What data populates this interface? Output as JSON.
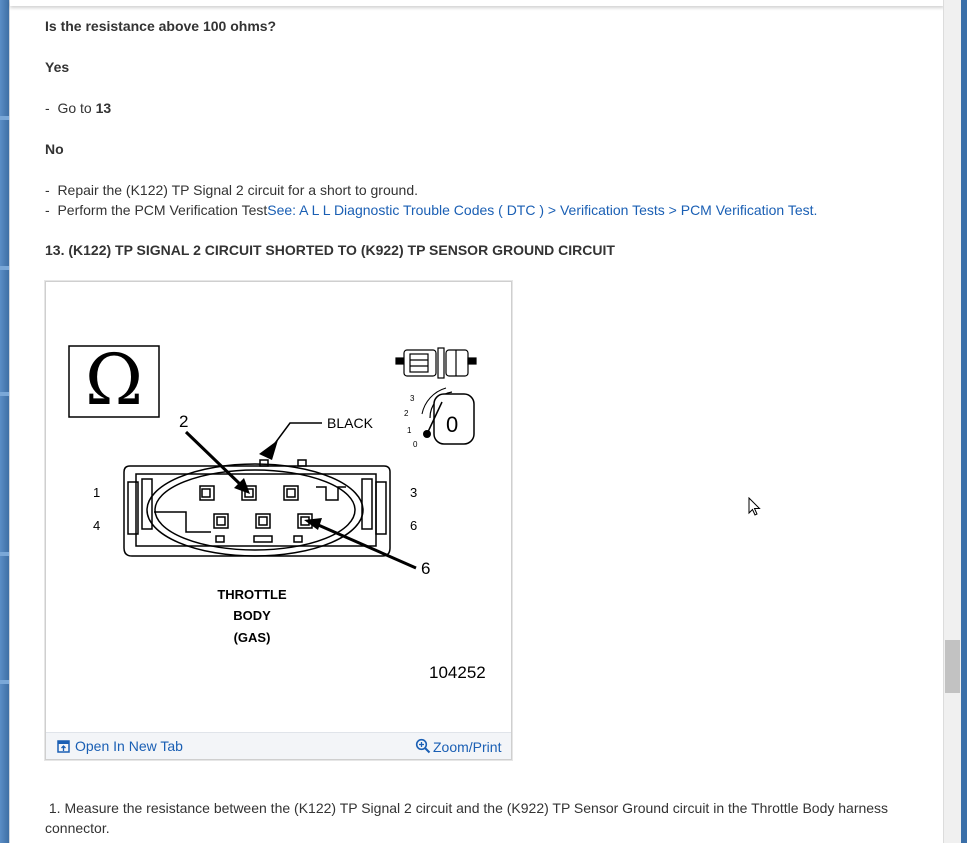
{
  "step12": {
    "question": "Is the resistance above 100 ohms?",
    "yes_label": "Yes",
    "yes_action_prefix": "-  Go to ",
    "yes_action_target": "13",
    "no_label": "No",
    "no_action_1": "-  Repair the (K122) TP Signal 2 circuit for a short to ground.",
    "no_action_2_prefix": "-  Perform the PCM Verification Test",
    "no_action_2_link": "See: A L L Diagnostic Trouble Codes ( DTC ) > Verification Tests > PCM Verification Test",
    "no_action_2_suffix": "."
  },
  "step13": {
    "heading": "13. (K122) TP SIGNAL 2 CIRCUIT SHORTED TO (K922) TP SENSOR GROUND CIRCUIT",
    "instruction_line1": " 1. Measure the resistance between the (K122) TP Signal 2 circuit and the (K922) TP Sensor Ground circuit in the Throttle Body harness",
    "instruction_line2": "connector."
  },
  "figure": {
    "omega_symbol": "Ω",
    "callout_2": "2",
    "callout_6": "6",
    "color_label": "BLACK",
    "pin_1": "1",
    "pin_3": "3",
    "pin_4": "4",
    "pin_6": "6",
    "caption_line1": "THROTTLE",
    "caption_line2": "BODY",
    "caption_line3": "(GAS)",
    "figure_id": "104252",
    "meter_scale": [
      "3",
      "2",
      "1",
      "0"
    ],
    "meter_reading": "0",
    "open_tab_label": "Open In New Tab",
    "zoom_label": "Zoom/Print"
  },
  "colors": {
    "link": "#1a5fb4",
    "text": "#333333",
    "background": "#4a7bb0"
  }
}
